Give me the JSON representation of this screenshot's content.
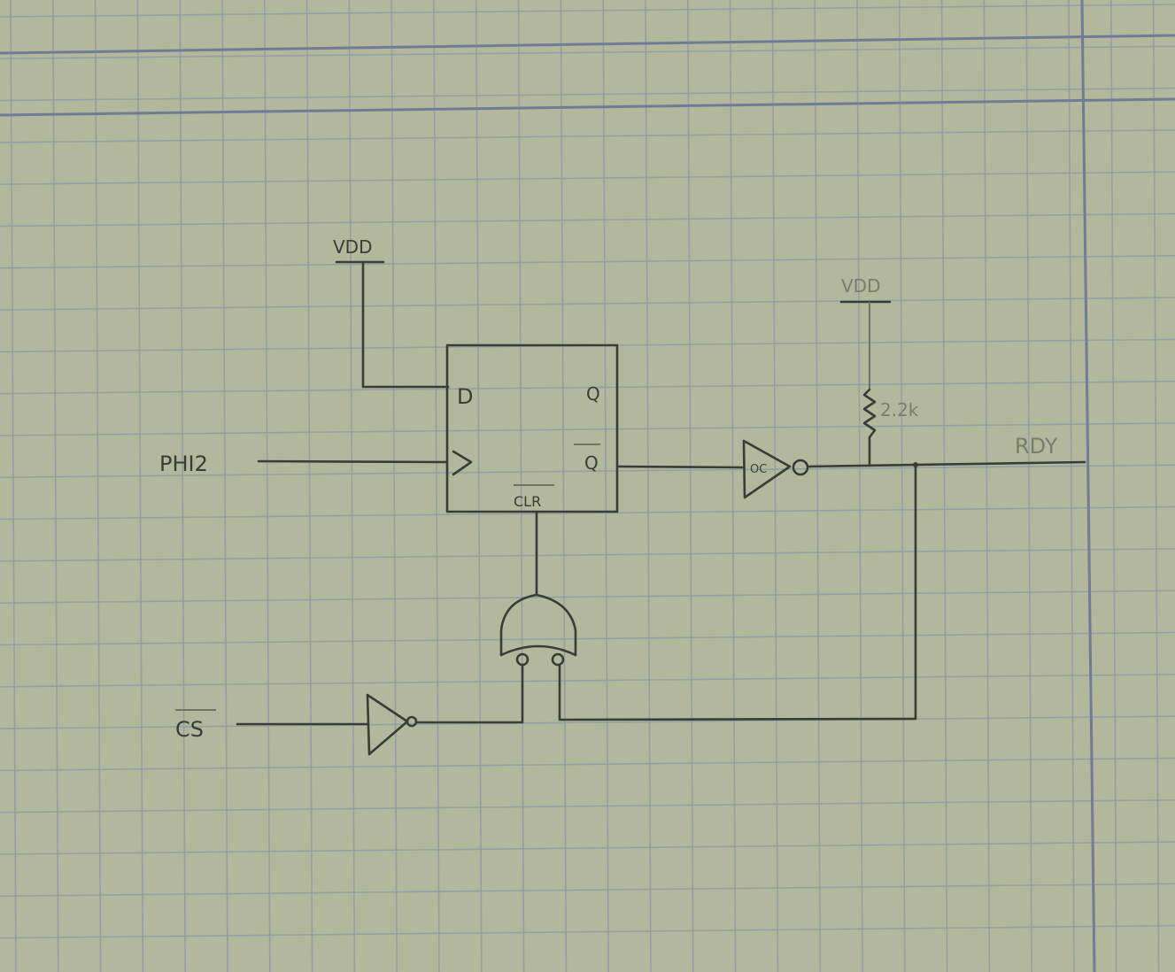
{
  "diagram": {
    "labels": {
      "vdd_left": "VDD",
      "vdd_right": "VDD",
      "ff_d": "D",
      "ff_q": "Q",
      "ff_qbar": "Q",
      "ff_clr": "CLR",
      "clock_input": "PHI2",
      "chip_select": "CS",
      "resistor": "2.2k",
      "buffer_type": "OC",
      "output": "RDY"
    },
    "colors": {
      "paper": "#b3b79b",
      "grid": "#8c97a6",
      "ink": "#3a3c38"
    }
  }
}
